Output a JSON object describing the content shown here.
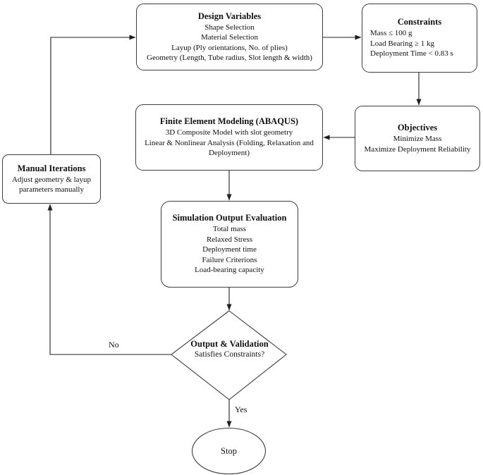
{
  "diagram": {
    "type": "flowchart",
    "colors": {
      "background": "#ffffff",
      "box_border": "#3d3d3d",
      "connector": "#1f1f1f",
      "text": "#111111"
    },
    "nodes": {
      "design_variables": {
        "title": "Design Variables",
        "lines": [
          "Shape Selection",
          "Material Selection",
          "Layup (Ply orientations, No. of plies)",
          "Geometry (Length, Tube radius, Slot length & width)"
        ]
      },
      "constraints": {
        "title": "Constraints",
        "lines": [
          "Mass ≤ 100 g",
          "Load Bearing ≥ 1 kg",
          "Deployment Time < 0.83 s"
        ]
      },
      "objectives": {
        "title": "Objectives",
        "lines": [
          "Minimize Mass",
          "Maximize Deployment Reliability"
        ]
      },
      "finite_element_modeling": {
        "title": "Finite Element Modeling (ABAQUS)",
        "lines": [
          "3D Composite Model with slot geometry",
          "Linear & Nonlinear Analysis (Folding, Relaxation and Deployment)"
        ]
      },
      "manual_iterations": {
        "title": "Manual Iterations",
        "lines": [
          "Adjust geometry & layup parameters manually"
        ]
      },
      "simulation_output_evaluation": {
        "title": "Simulation Output Evaluation",
        "lines": [
          "Total mass",
          "Relaxed Stress",
          "Deployment time",
          "Failure Criterions",
          "Load-bearing capacity"
        ]
      },
      "decision": {
        "title": "Output & Validation",
        "question": "Satisfies Constraints?"
      },
      "stop": {
        "title": "Stop"
      }
    },
    "edge_labels": {
      "no": "No",
      "yes": "Yes"
    }
  }
}
